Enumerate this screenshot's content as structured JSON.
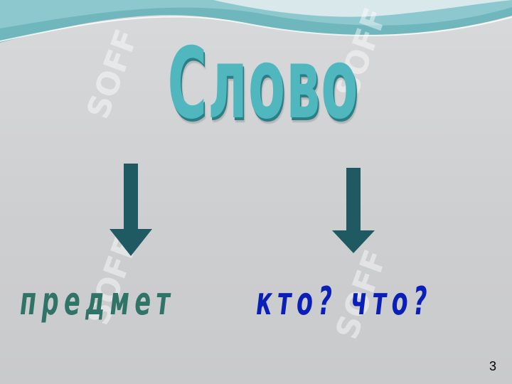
{
  "slide": {
    "title": "Слово",
    "left_label": "предмет",
    "right_label": "кто? что?",
    "page_number": "3",
    "watermark": "SOFF",
    "colors": {
      "title": "#4fb7bd",
      "arrow": "#1f5a63",
      "left_label": "#2f7466",
      "right_label": "#0a1fb8",
      "background": "#cfd0d2"
    }
  },
  "icons": {
    "left_arrow": "down-arrow-icon",
    "right_arrow": "down-arrow-icon"
  }
}
